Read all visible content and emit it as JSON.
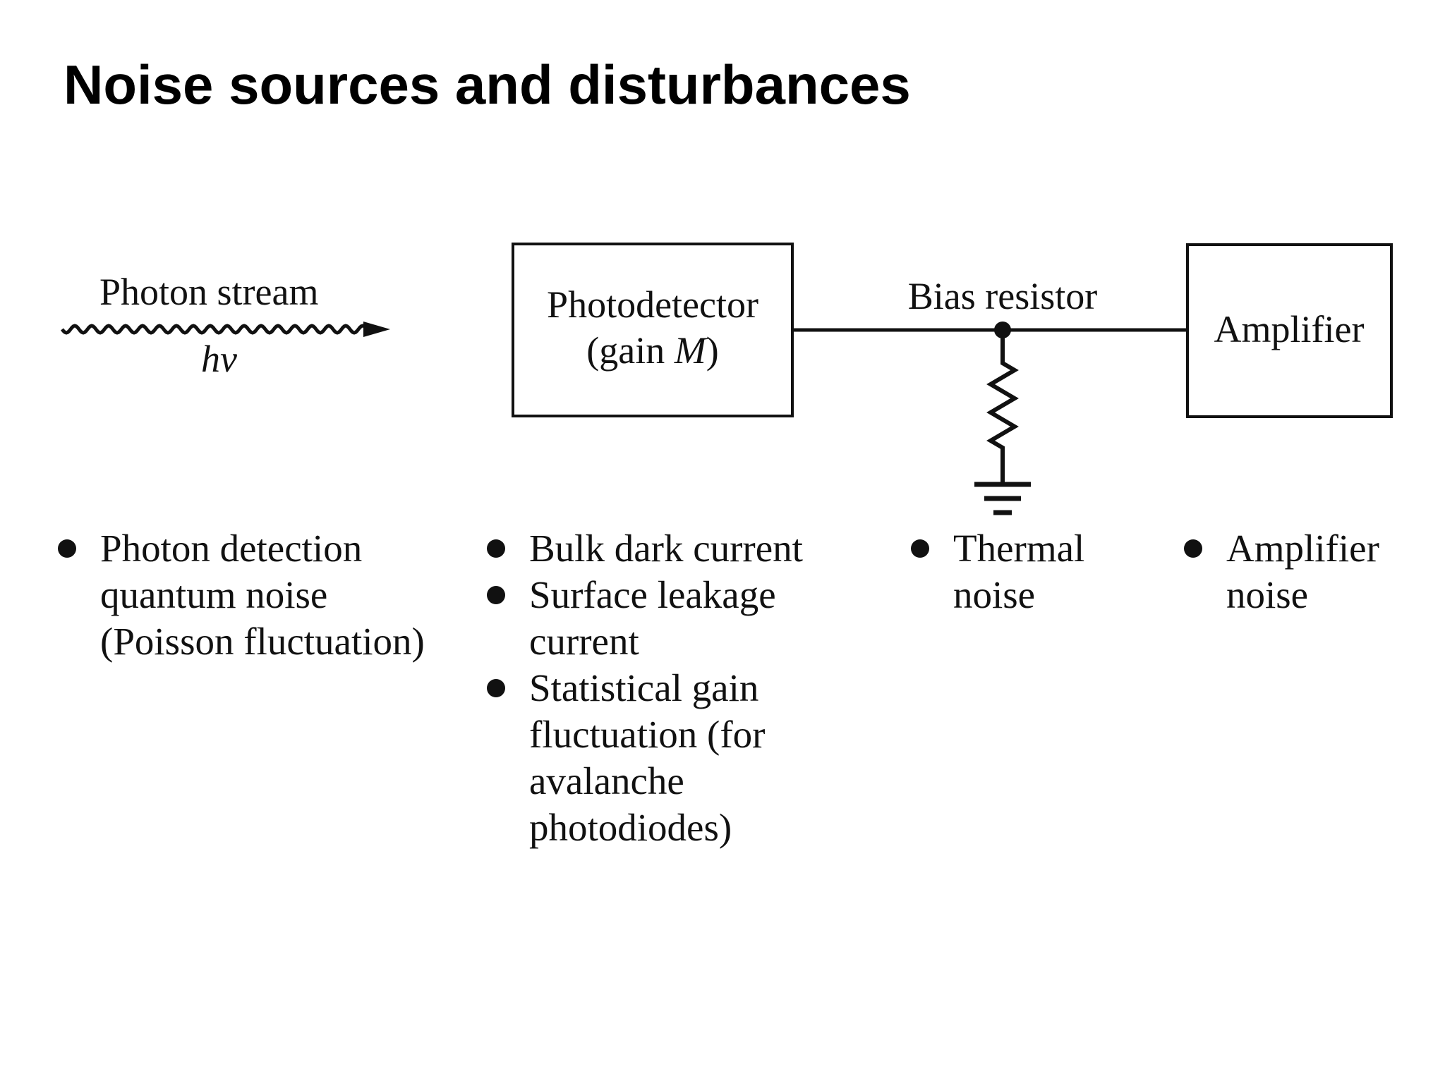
{
  "slide": {
    "title": "Noise sources and disturbances"
  },
  "diagram": {
    "photon_stream_label": "Photon stream",
    "photon_energy_label": "hν",
    "photodetector_line1": "Photodetector",
    "photodetector_line2_prefix": "(gain ",
    "photodetector_line2_var": "M",
    "photodetector_line2_suffix": ")",
    "bias_resistor_label": "Bias resistor",
    "amplifier_label": "Amplifier"
  },
  "noise_columns": {
    "photon": {
      "items": [
        {
          "text": "Photon detection quantum noise (Poisson fluctuation)"
        }
      ]
    },
    "photodetector": {
      "items": [
        {
          "text": "Bulk dark current"
        },
        {
          "text": "Surface leakage current"
        },
        {
          "text": "Statistical gain fluctuation (for avalanche photodiodes)"
        }
      ]
    },
    "resistor": {
      "items": [
        {
          "text": "Thermal noise"
        }
      ]
    },
    "amplifier": {
      "items": [
        {
          "text": "Amplifier noise"
        }
      ]
    }
  }
}
